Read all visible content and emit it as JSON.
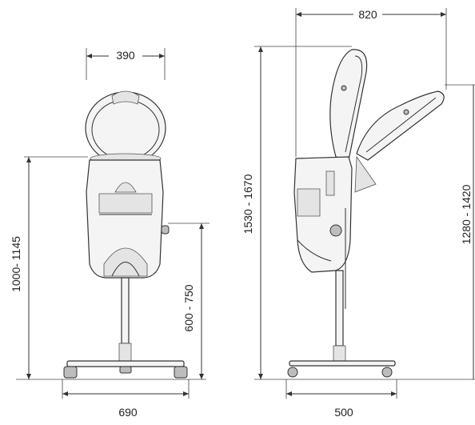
{
  "dimensions": {
    "front_width_top": "390",
    "front_base_width": "690",
    "front_total_height": "1000- 1145",
    "front_seat_height": "600 - 750",
    "side_arm_reach": "820",
    "side_total_height": "1530 - 1670",
    "side_arm_height": "1280 - 1420",
    "side_base_width": "500"
  },
  "colors": {
    "line": "#333333",
    "fill": "#f4f4f4",
    "shade": "#e4e4e4"
  }
}
